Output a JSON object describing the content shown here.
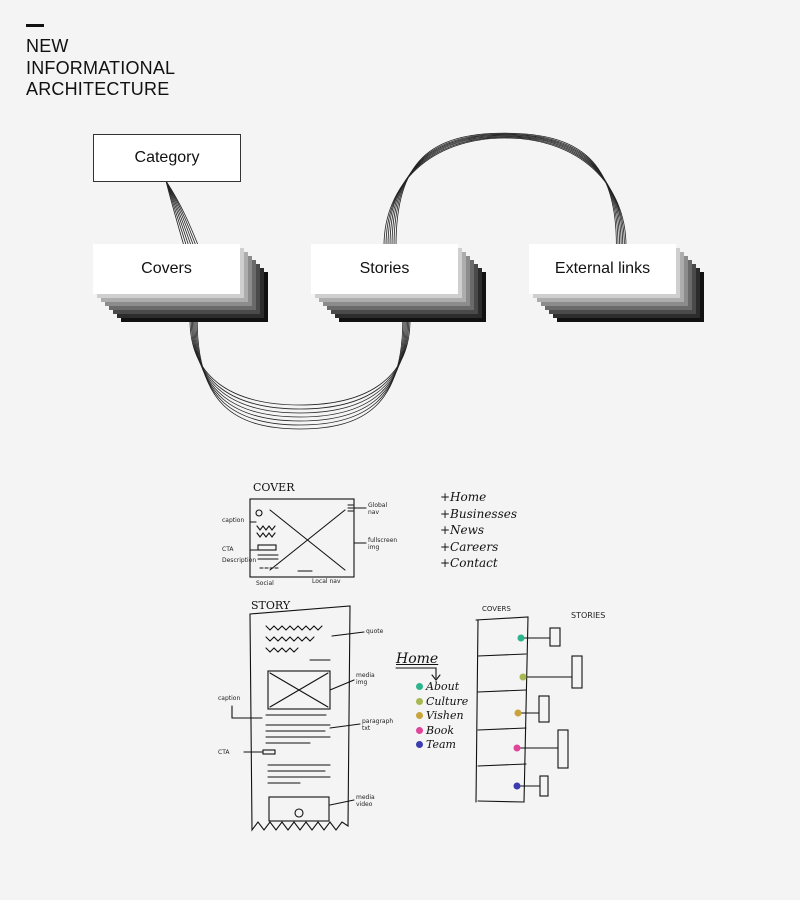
{
  "title": {
    "lines": [
      "NEW",
      "INFORMATIONAL",
      "ARCHITECTURE"
    ]
  },
  "nodes": {
    "category": "Category",
    "covers": "Covers",
    "stories": "Stories",
    "external": "External links"
  },
  "sketch": {
    "cover_title": "COVER",
    "cover_labels": {
      "caption": "caption",
      "cta": "CTA",
      "description": "Description",
      "social": "Social",
      "local_nav": "Local nav",
      "global_nav": "Global nav",
      "fullscreen_img": "fullscreen img"
    },
    "nav_list": [
      "+Home",
      "+Businesses",
      "+News",
      "+Careers",
      "+Contact"
    ],
    "story_title": "STORY",
    "story_labels": {
      "quote": "quote",
      "media_img": "media img",
      "caption": "caption",
      "paragraph_text": "paragraph txt",
      "cta": "CTA",
      "media_video": "media video"
    },
    "home_title": "Home",
    "home_items": [
      {
        "label": "About",
        "color": "#2bb58c"
      },
      {
        "label": "Culture",
        "color": "#a8b850"
      },
      {
        "label": "Vishen",
        "color": "#c9a43c"
      },
      {
        "label": "Book",
        "color": "#e0459a"
      },
      {
        "label": "Team",
        "color": "#3b3cae"
      }
    ],
    "covers_title": "COVERS",
    "stories_title": "STORIES",
    "dot_colors": [
      "#2bb58c",
      "#a8b850",
      "#c9a43c",
      "#e0459a",
      "#3b3cae"
    ]
  }
}
